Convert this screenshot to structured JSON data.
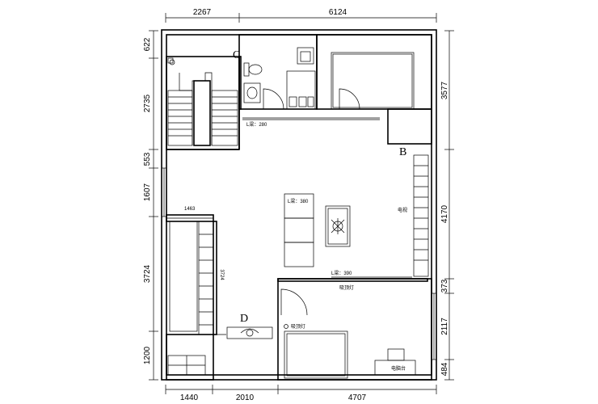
{
  "dimensions": {
    "top": [
      "2267",
      "6124"
    ],
    "bottom": [
      "1440",
      "2010",
      "4707"
    ],
    "left": [
      "622",
      "2735",
      "553",
      "1607",
      "3724",
      "1200"
    ],
    "right": [
      "3577",
      "4170",
      "373",
      "2117",
      "484"
    ],
    "inner_horizontal": "1463",
    "inner_vertical": "3724"
  },
  "markers": {
    "a": "C",
    "b": "B",
    "c": "D"
  },
  "labels": {
    "beam_top": "L梁：280",
    "beam_center": "L梁：380",
    "beam_bottom": "L梁：390",
    "tv_wall": "电视",
    "light_mid": "吸顶灯",
    "light_bedroom": "吸顶灯",
    "desk": "电脑台"
  }
}
